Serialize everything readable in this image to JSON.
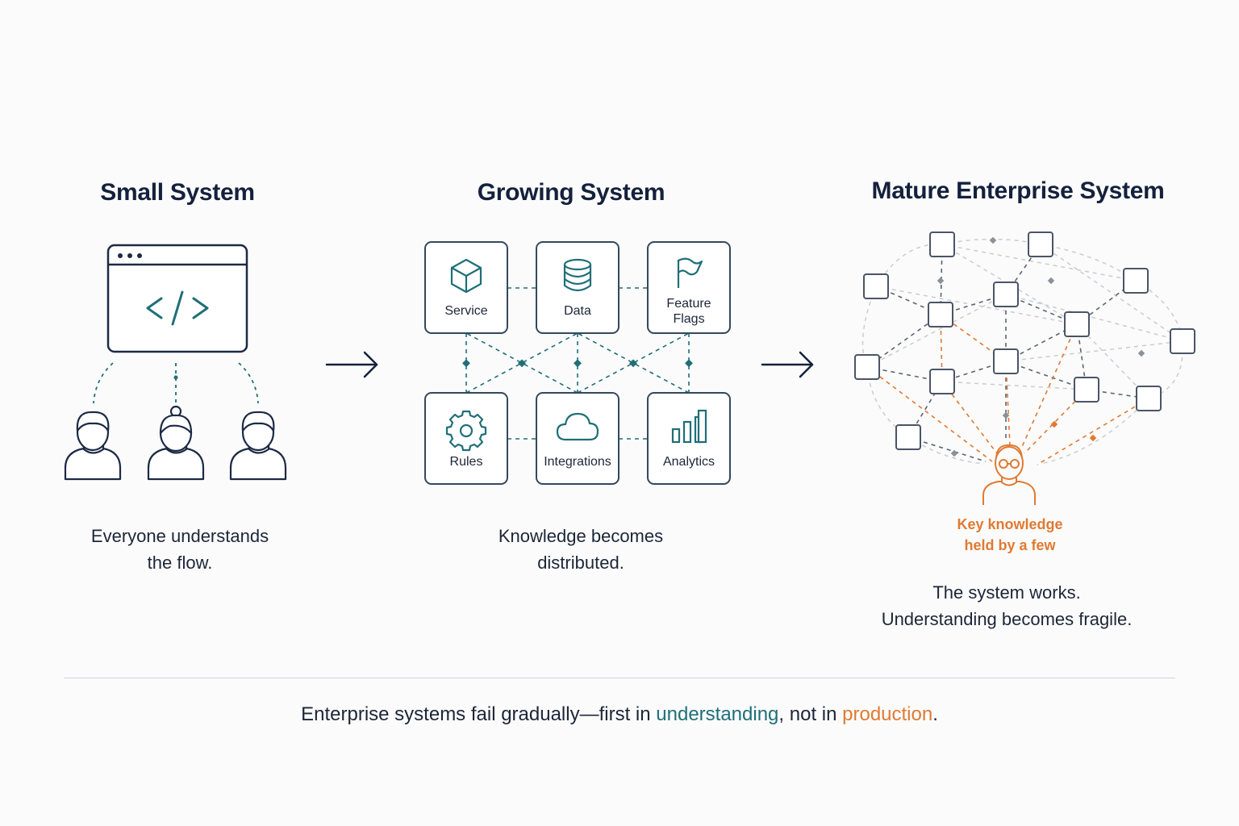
{
  "colors": {
    "navy": "#14213d",
    "teal": "#1f6f78",
    "orange": "#e07a32",
    "gray": "#9aa0a8"
  },
  "panels": [
    {
      "title": "Small System",
      "caption_lines": [
        "Everyone understands",
        "the flow."
      ],
      "icons": [
        "code-window-icon",
        "user-icon",
        "user-icon",
        "user-icon"
      ]
    },
    {
      "title": "Growing System",
      "caption_lines": [
        "Knowledge becomes",
        "distributed."
      ],
      "boxes": [
        {
          "label": "Service",
          "icon": "cube-icon"
        },
        {
          "label": "Data",
          "icon": "database-icon"
        },
        {
          "label_lines": [
            "Feature",
            "Flags"
          ],
          "icon": "flag-icon"
        },
        {
          "label": "Rules",
          "icon": "gear-icon"
        },
        {
          "label": "Integrations",
          "icon": "cloud-icon"
        },
        {
          "label": "Analytics",
          "icon": "bar-chart-icon"
        }
      ]
    },
    {
      "title": "Mature Enterprise System",
      "key_caption_lines": [
        "Key knowledge",
        "held by a few"
      ],
      "caption_lines": [
        "The system works.",
        "Understanding becomes fragile."
      ],
      "icons": [
        "network-node-icon",
        "expert-person-icon"
      ]
    }
  ],
  "arrows": [
    "arrow-right-icon",
    "arrow-right-icon"
  ],
  "footer": {
    "before": "Enterprise systems fail gradually—first in ",
    "highlight1": "understanding",
    "middle": ", not in ",
    "highlight2": "production",
    "after": "."
  }
}
